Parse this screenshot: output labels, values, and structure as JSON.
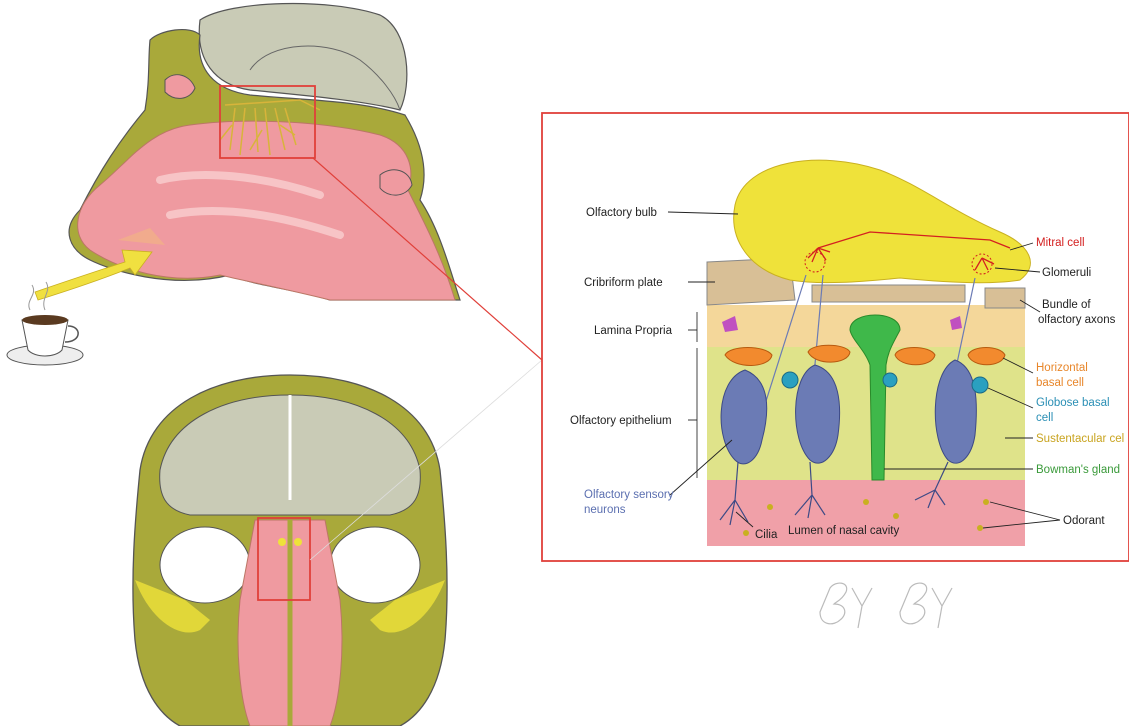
{
  "labels": {
    "olfactory_bulb": "Olfactory bulb",
    "cribriform_plate": "Cribriform plate",
    "lamina_propria": "Lamina Propria",
    "olfactory_epithelium": "Olfactory epithelium",
    "olfactory_sensory_neurons_1": "Olfactory sensory",
    "olfactory_sensory_neurons_2": "neurons",
    "cilia": "Cilia",
    "lumen": "Lumen of nasal cavity",
    "mitral_cell": "Mitral cell",
    "glomeruli": "Glomeruli",
    "bundle_1": "Bundle of",
    "bundle_2": "olfactory axons",
    "horizontal_1": "Horizontal",
    "horizontal_2": "basal cell",
    "globose_1": "Globose basal",
    "globose_2": "cell",
    "sustentacular": "Sustentacular cel",
    "bowman": "Bowman's gland",
    "odorant": "Odorant"
  },
  "colors": {
    "bone": "#a9a93a",
    "bone_dark": "#6d6b1e",
    "brain": "#c9cbb6",
    "mucosa": "#ef9aa0",
    "bulb": "#efe23a",
    "frame": "#e0403a",
    "epithelium": "#dfe38a",
    "lamina": "#f4d79a",
    "neuron": "#6b7bb5",
    "horizontal": "#f28a2e",
    "globose": "#2aa0c0",
    "gland": "#3fb84a",
    "lumen": "#f0a0a8"
  }
}
